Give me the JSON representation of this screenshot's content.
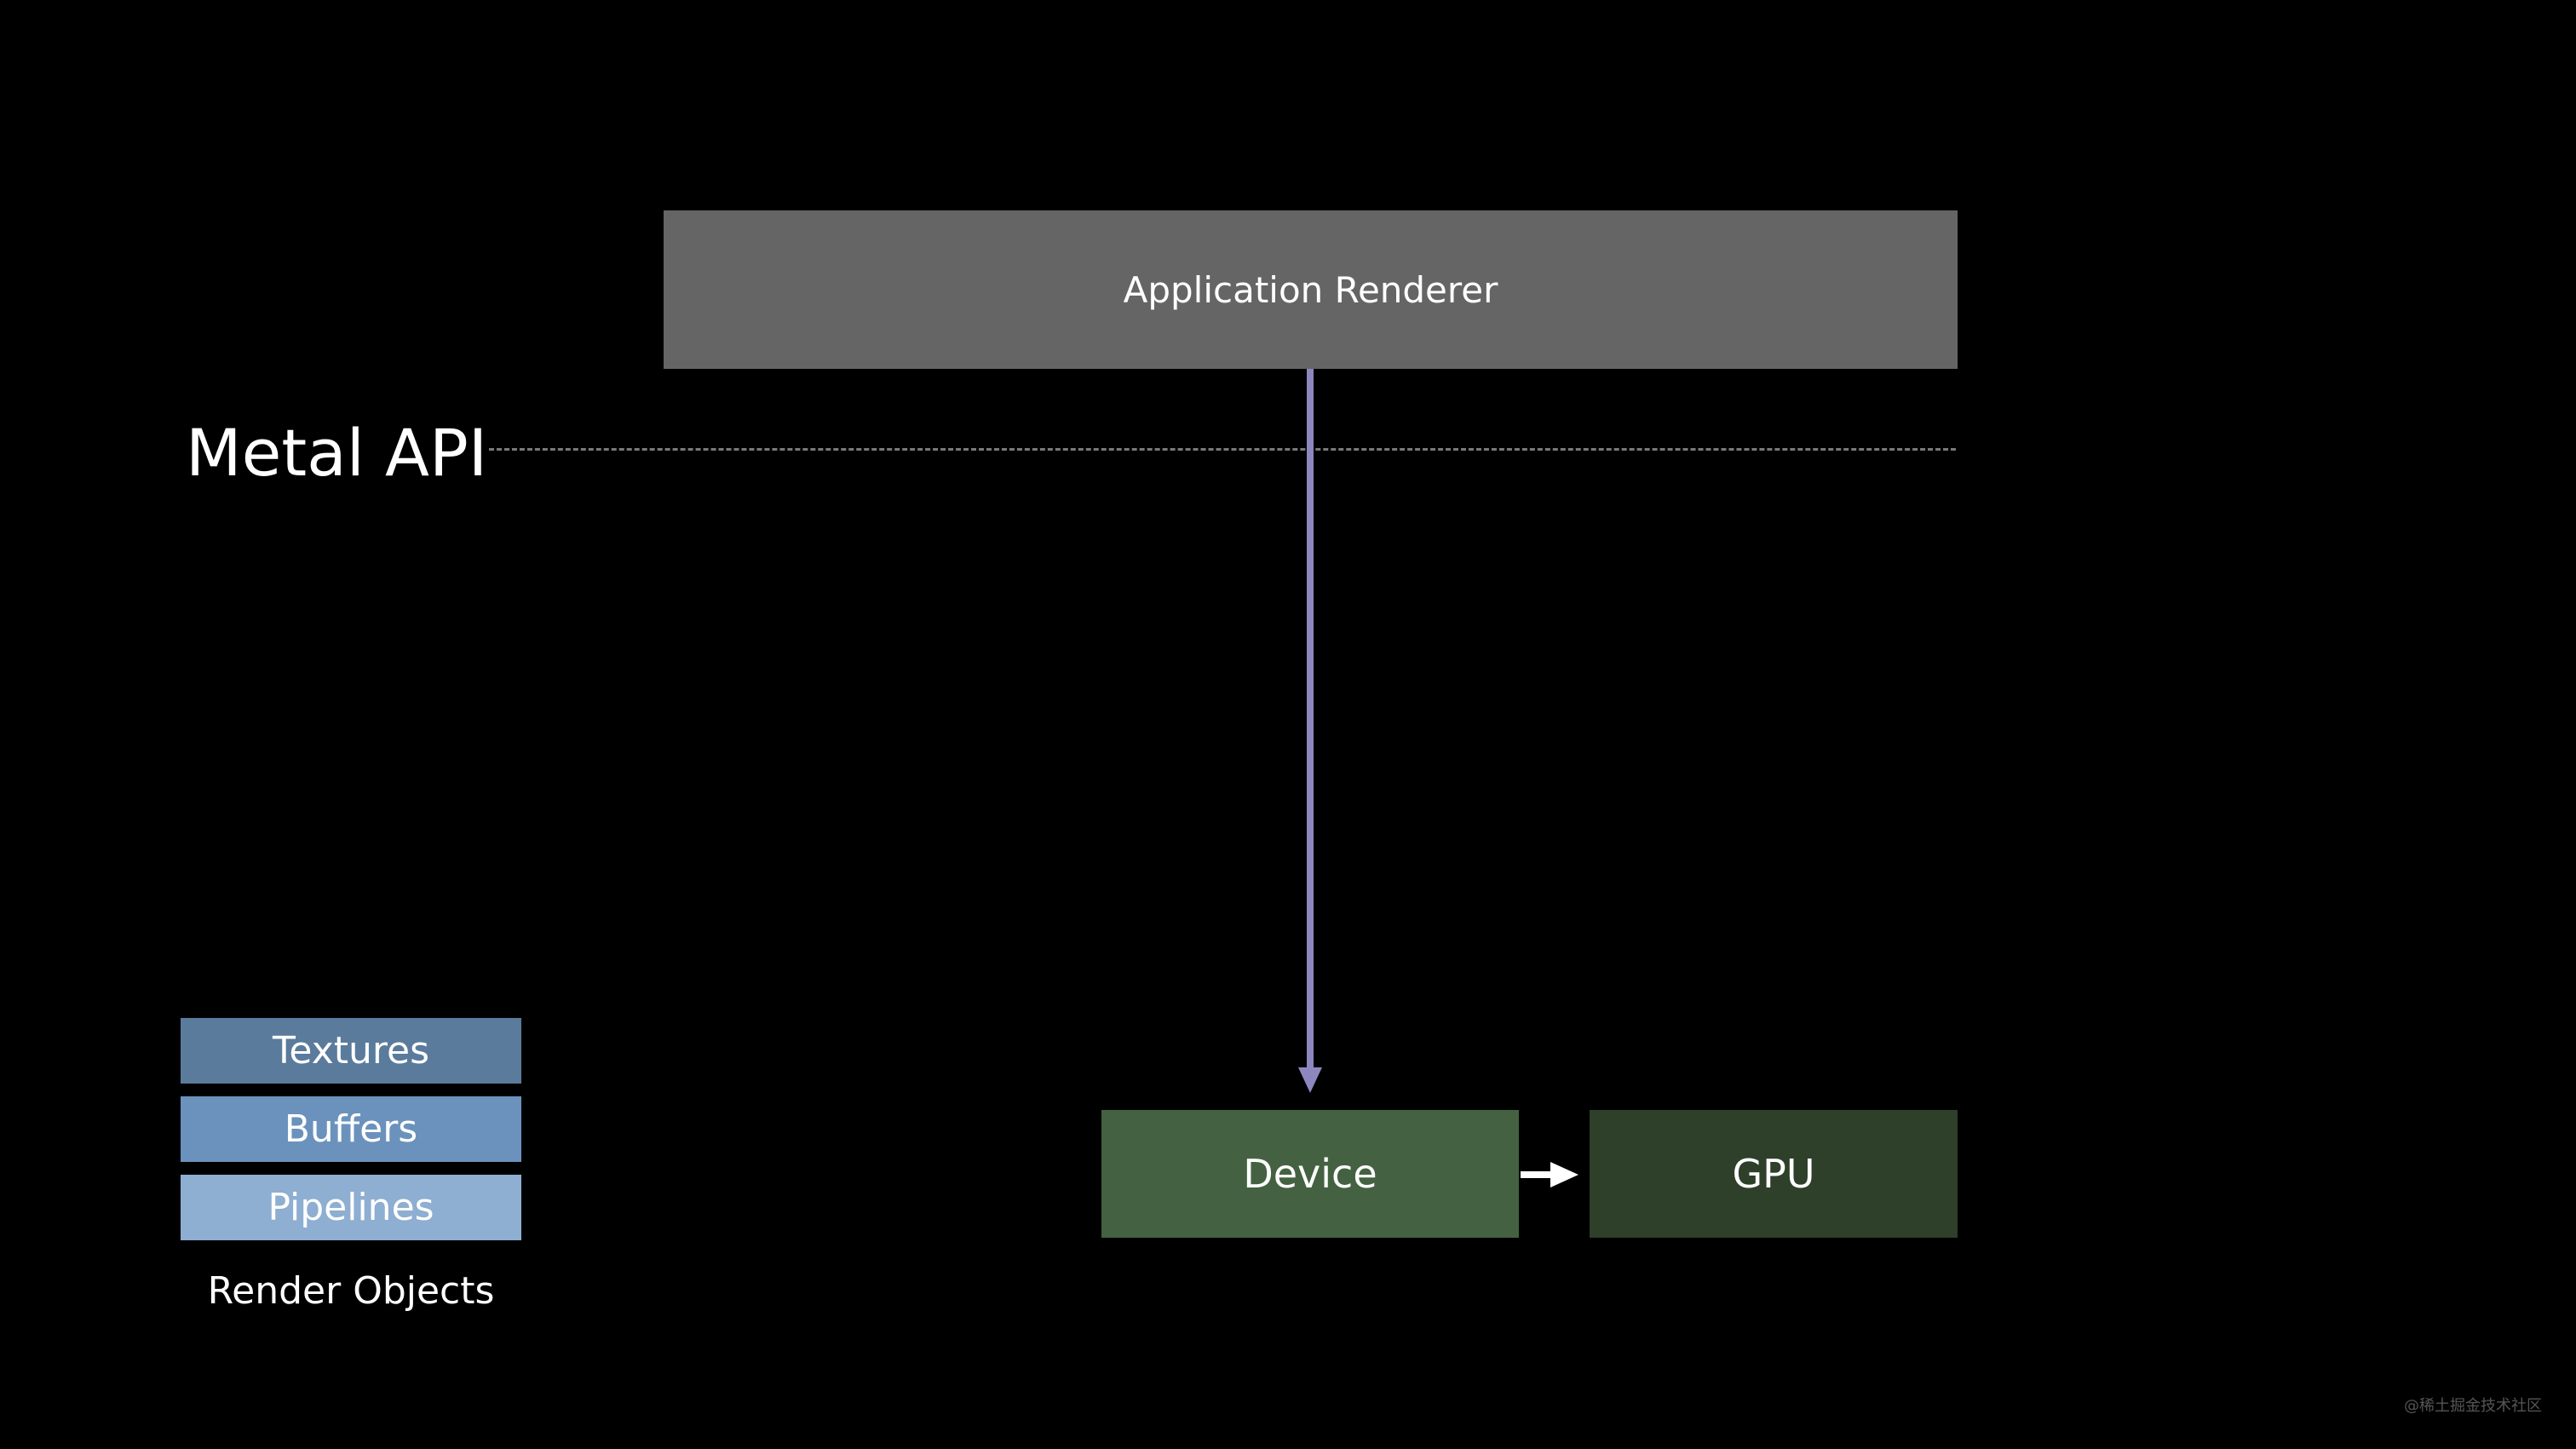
{
  "colors": {
    "background": "#000000",
    "renderer_fill": "#656565",
    "device_fill": "#446241",
    "gpu_fill": "#2e3f2a",
    "textures_fill": "#5a7b9c",
    "buffers_fill": "#6b92bc",
    "pipelines_fill": "#8eaed2",
    "renderer_arrow": "#8d87bf",
    "device_gpu_arrow": "#ffffff",
    "api_line": "#7a7a7a",
    "text": "#ffffff"
  },
  "renderer": {
    "label": "Application Renderer"
  },
  "api_boundary": {
    "label": "Metal API"
  },
  "device": {
    "label": "Device"
  },
  "gpu": {
    "label": "GPU"
  },
  "render_objects": {
    "items": [
      {
        "label": "Textures"
      },
      {
        "label": "Buffers"
      },
      {
        "label": "Pipelines"
      }
    ],
    "caption": "Render Objects"
  },
  "watermark": "@稀土掘金技术社区"
}
